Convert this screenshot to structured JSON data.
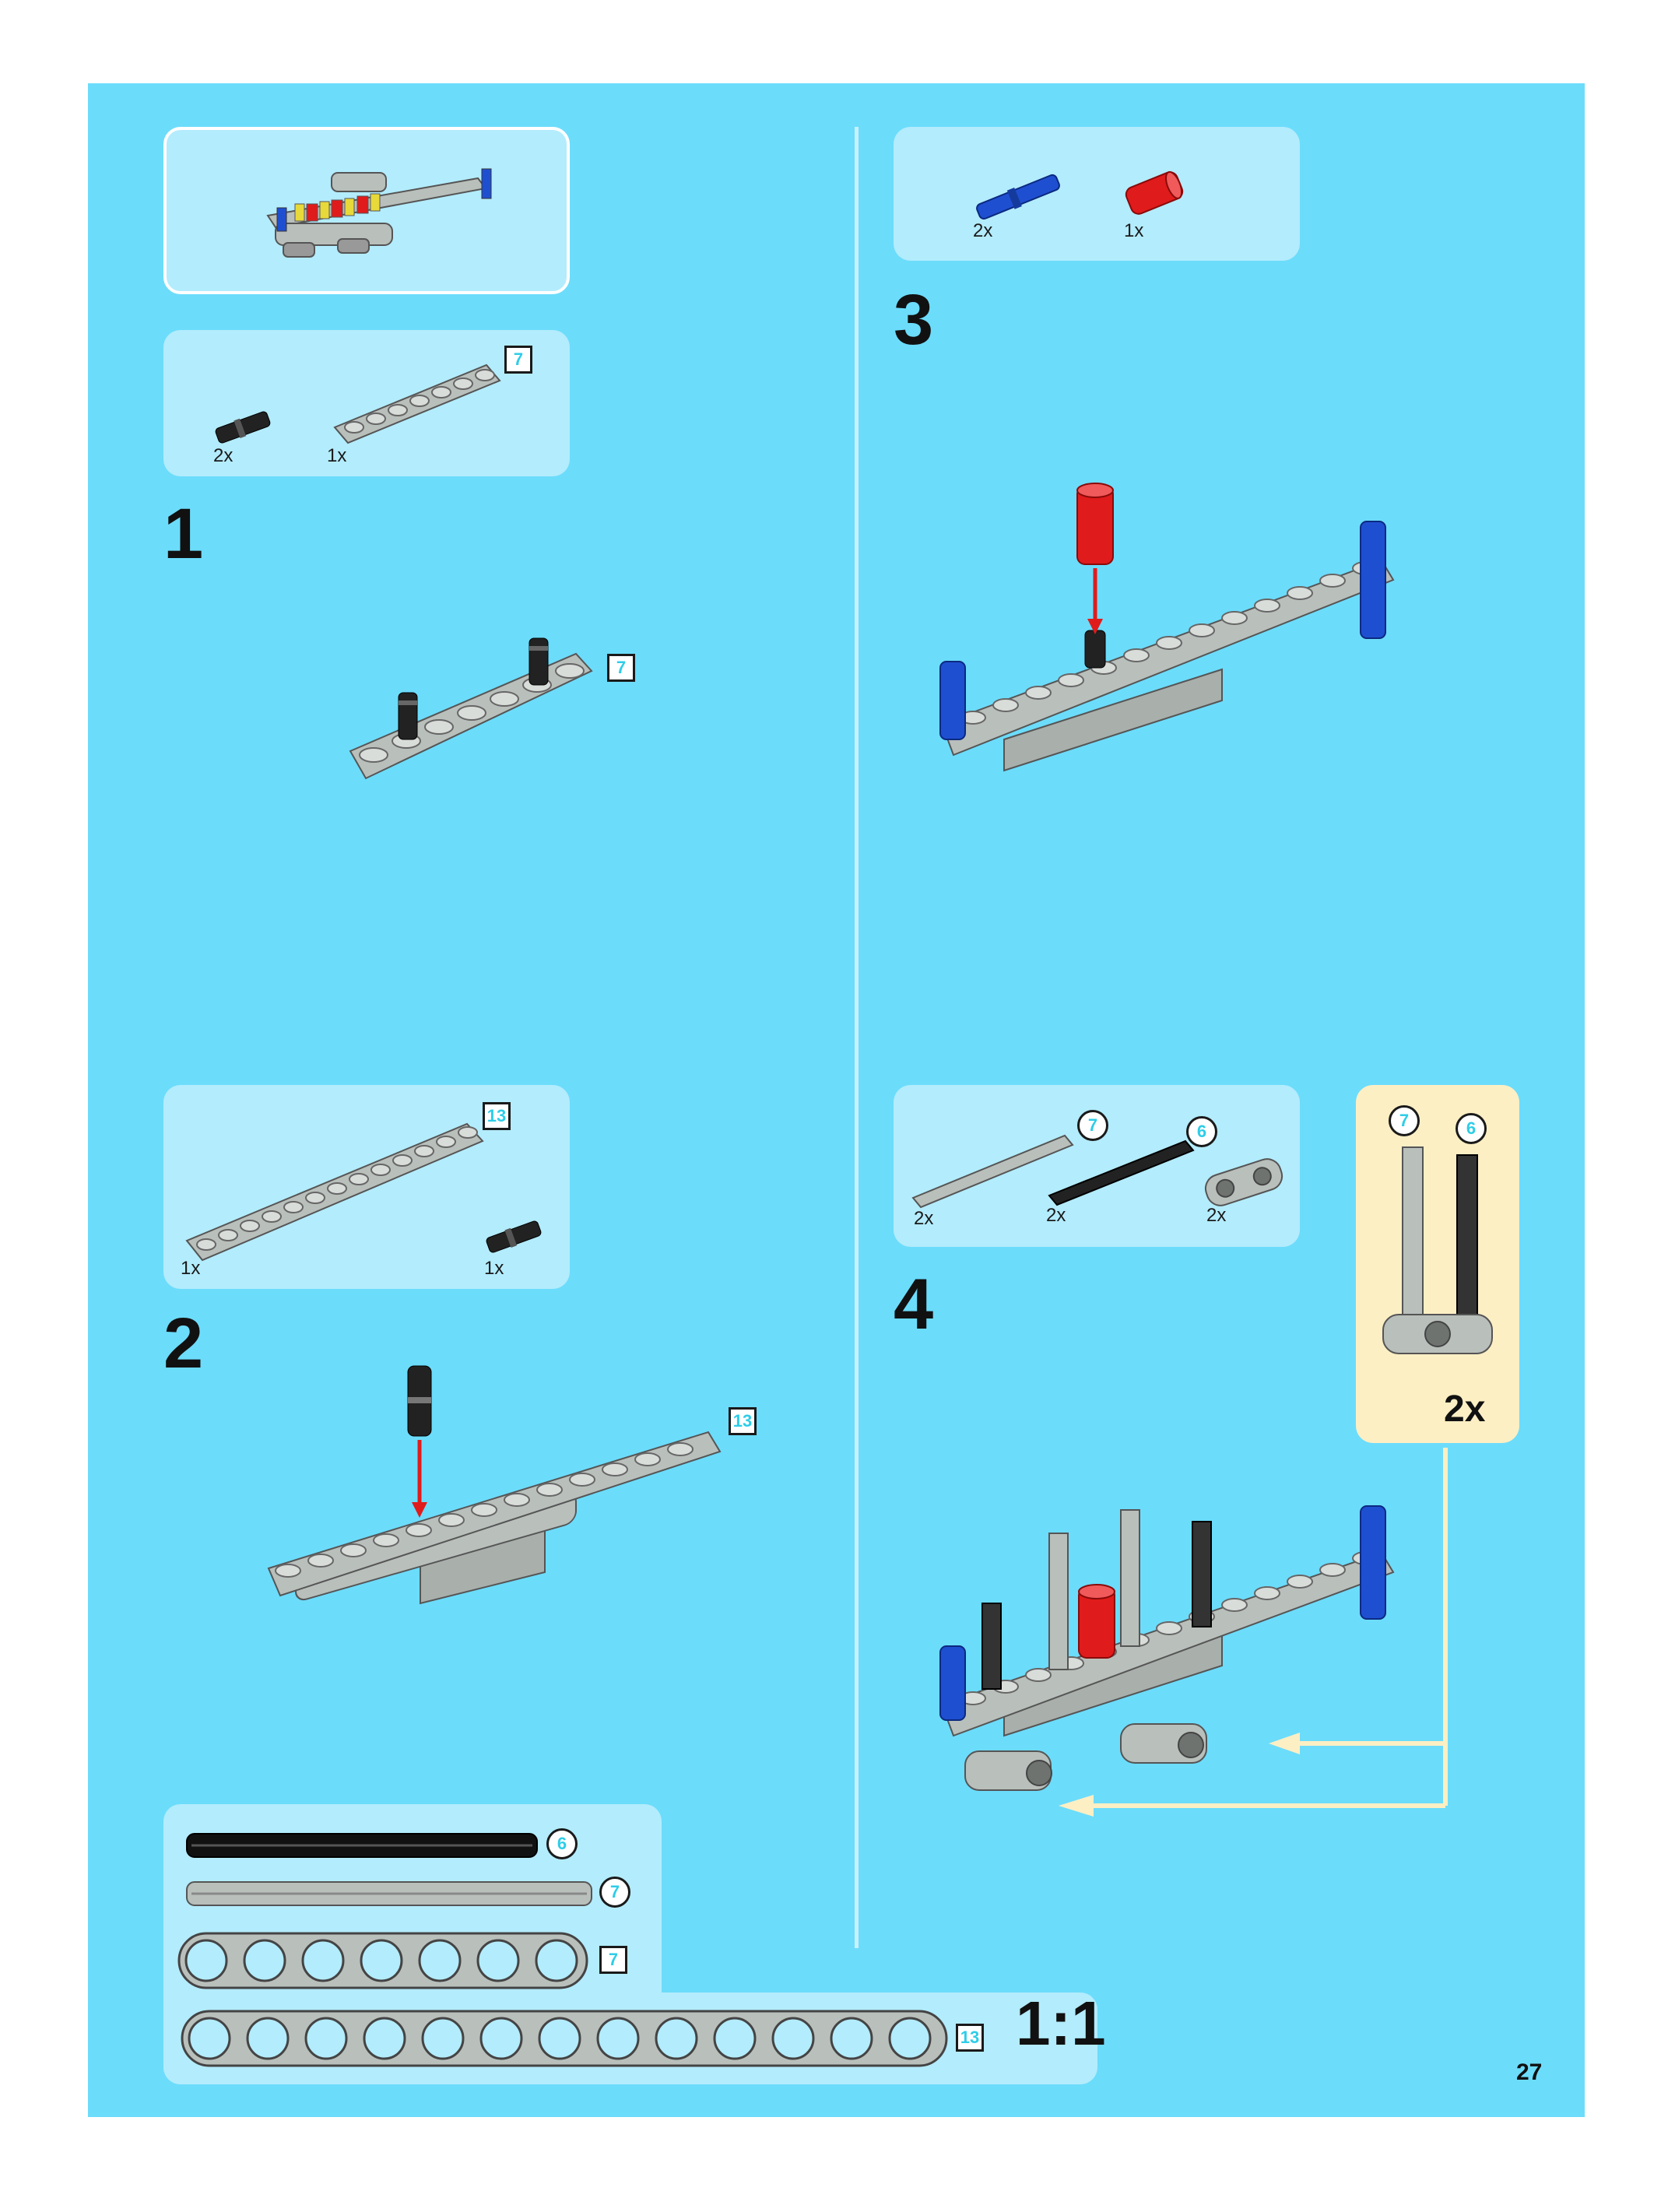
{
  "page_number": "27",
  "steps": [
    {
      "number": "1",
      "parts": [
        {
          "qty": "2x"
        },
        {
          "qty": "1x",
          "length": "7"
        }
      ],
      "callout_length": "7"
    },
    {
      "number": "2",
      "parts": [
        {
          "qty": "1x",
          "length": "13"
        },
        {
          "qty": "1x"
        }
      ],
      "callout_length": "13"
    },
    {
      "number": "3",
      "parts": [
        {
          "qty": "2x"
        },
        {
          "qty": "1x"
        }
      ]
    },
    {
      "number": "4",
      "parts": [
        {
          "qty": "2x",
          "length": "7"
        },
        {
          "qty": "2x",
          "length": "6"
        },
        {
          "qty": "2x"
        }
      ],
      "subassembly": {
        "multiplier": "2x",
        "lengths": [
          "7",
          "6"
        ]
      }
    }
  ],
  "scale_ruler": {
    "label": "1:1",
    "items": [
      {
        "kind": "axle",
        "length": "6"
      },
      {
        "kind": "axle",
        "length": "7"
      },
      {
        "kind": "beam",
        "length": "7"
      },
      {
        "kind": "beam",
        "length": "13"
      }
    ]
  },
  "colors": {
    "page_bg": "#6cdcfb",
    "panel_bg": "#b3ecfd",
    "subassembly_bg": "#fdefc4",
    "beam_gray": "#b9bfbb",
    "pin_blue": "#1f4fd1",
    "bush_red": "#e01b1b",
    "arrow_red": "#e01b1b",
    "length_cyan": "#2ecde8"
  }
}
